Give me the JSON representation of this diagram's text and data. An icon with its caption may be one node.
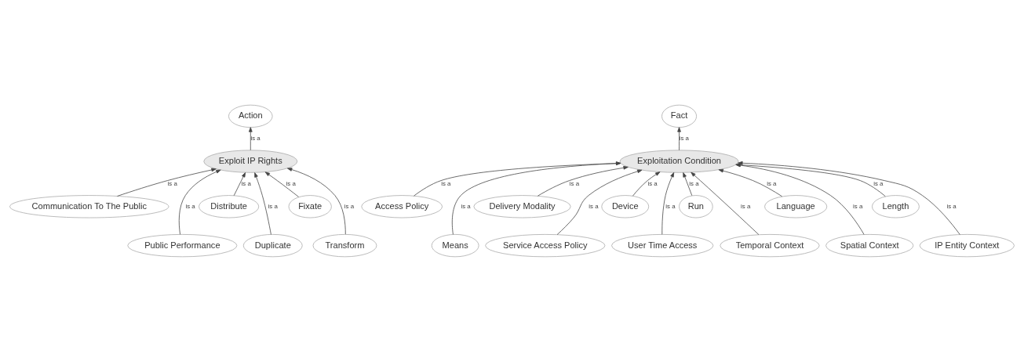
{
  "diagram": {
    "nodes": [
      {
        "text": [
          "Action"
        ]
      },
      {
        "text": [
          "Exploit IP Rights"
        ]
      },
      {
        "text": [
          "Communication To The Public"
        ]
      },
      {
        "text": [
          "Public Performance"
        ]
      },
      {
        "text": [
          "Distribute"
        ]
      },
      {
        "text": [
          "Duplicate"
        ]
      },
      {
        "text": [
          "Fixate"
        ]
      },
      {
        "text": [
          "Transform"
        ]
      },
      {
        "text": [
          "Fact"
        ]
      },
      {
        "text": [
          "Exploitation Condition"
        ]
      },
      {
        "text": [
          "Access Policy"
        ]
      },
      {
        "text": [
          "Means"
        ]
      },
      {
        "text": [
          "Delivery Modality"
        ]
      },
      {
        "text": [
          "Service Access Policy"
        ]
      },
      {
        "text": [
          "Device"
        ]
      },
      {
        "text": [
          "User Time Access"
        ]
      },
      {
        "text": [
          "Run"
        ]
      },
      {
        "text": [
          "Temporal Context"
        ]
      },
      {
        "text": [
          "Language"
        ]
      },
      {
        "text": [
          "Spatial Context"
        ]
      },
      {
        "text": [
          "Length"
        ]
      },
      {
        "text": [
          "IP Entity Context"
        ]
      }
    ],
    "edges": [
      {
        "from": 1,
        "to": 0,
        "arrow": "to",
        "label": "is a"
      },
      {
        "from": 2,
        "to": 1,
        "arrow": "to",
        "label": "is a"
      },
      {
        "from": 3,
        "to": 1,
        "arrow": "to",
        "label": "is a"
      },
      {
        "from": 4,
        "to": 1,
        "arrow": "to",
        "label": "is a"
      },
      {
        "from": 5,
        "to": 1,
        "arrow": "to",
        "label": "is a"
      },
      {
        "from": 6,
        "to": 1,
        "arrow": "to",
        "label": "is a"
      },
      {
        "from": 7,
        "to": 1,
        "arrow": "to",
        "label": "is a"
      },
      {
        "from": 9,
        "to": 8,
        "arrow": "to",
        "label": "is a"
      },
      {
        "from": 10,
        "to": 9,
        "arrow": "to",
        "label": "is a"
      },
      {
        "from": 11,
        "to": 9,
        "arrow": "to",
        "label": "is a"
      },
      {
        "from": 12,
        "to": 9,
        "arrow": "to",
        "label": "is a"
      },
      {
        "from": 13,
        "to": 9,
        "arrow": "to",
        "label": "is a"
      },
      {
        "from": 14,
        "to": 9,
        "arrow": "to",
        "label": "is a"
      },
      {
        "from": 15,
        "to": 9,
        "arrow": "to",
        "label": "is a"
      },
      {
        "from": 16,
        "to": 9,
        "arrow": "to",
        "label": "is a"
      },
      {
        "from": 17,
        "to": 9,
        "arrow": "to",
        "label": "is a"
      },
      {
        "from": 18,
        "to": 9,
        "arrow": "to",
        "label": "is a"
      },
      {
        "from": 19,
        "to": 9,
        "arrow": "to",
        "label": "is a"
      },
      {
        "from": 20,
        "to": 9,
        "arrow": "to",
        "label": "is a"
      },
      {
        "from": 21,
        "to": 9,
        "arrow": "to",
        "label": "is a"
      }
    ]
  }
}
